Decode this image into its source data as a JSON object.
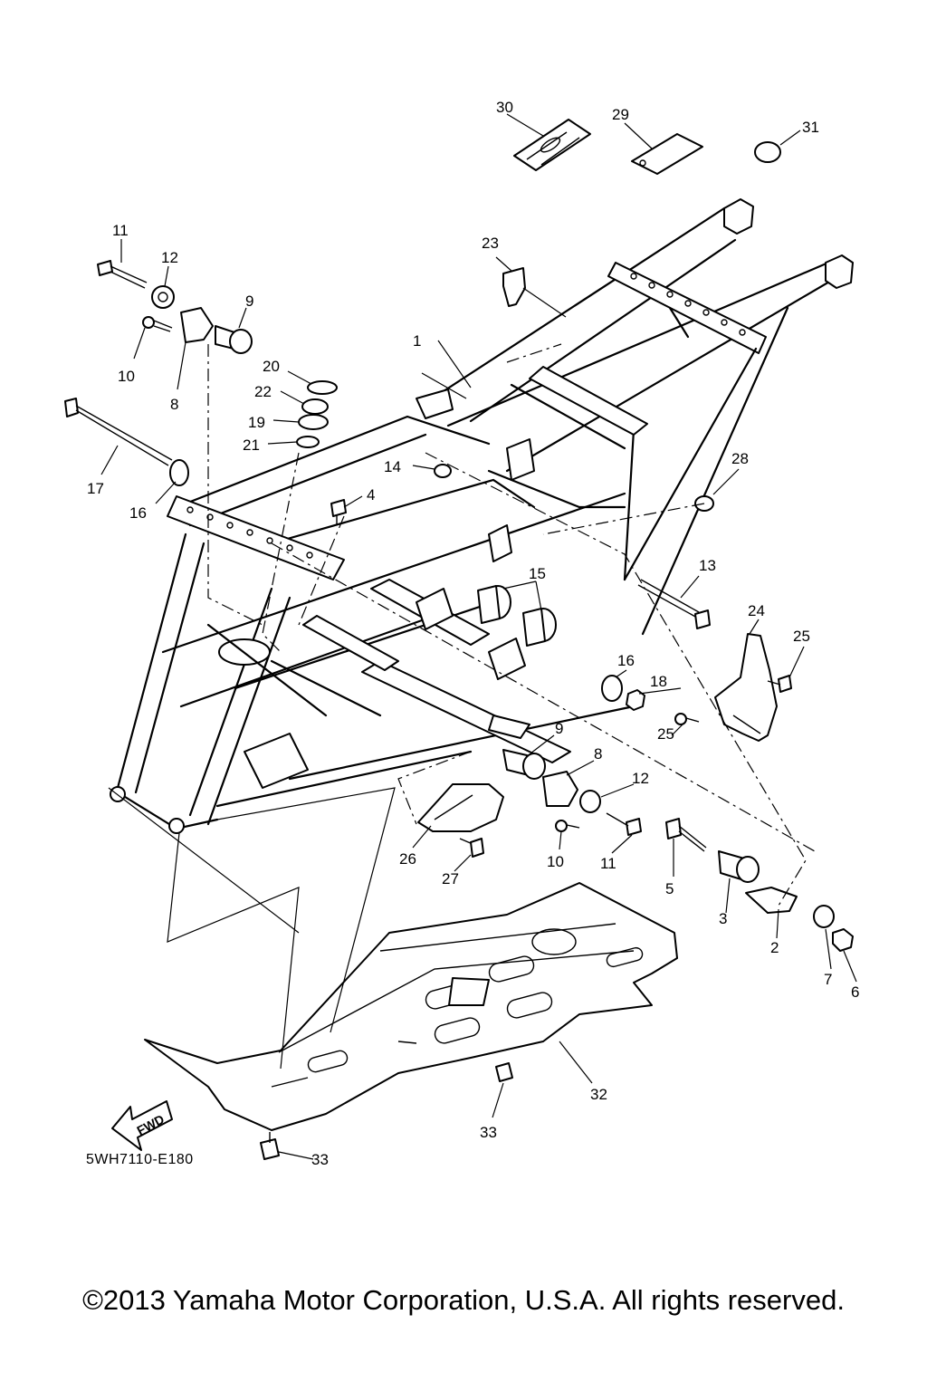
{
  "diagram": {
    "ref_code": "5WH7110-E180",
    "fwd_label": "FWD",
    "copyright": "©2013 Yamaha Motor Corporation, U.S.A. All rights reserved.",
    "callouts": [
      {
        "id": "c1",
        "label": "1"
      },
      {
        "id": "c2",
        "label": "2"
      },
      {
        "id": "c3",
        "label": "3"
      },
      {
        "id": "c4",
        "label": "4"
      },
      {
        "id": "c5",
        "label": "5"
      },
      {
        "id": "c6",
        "label": "6"
      },
      {
        "id": "c7",
        "label": "7"
      },
      {
        "id": "c8a",
        "label": "8"
      },
      {
        "id": "c8b",
        "label": "8"
      },
      {
        "id": "c9a",
        "label": "9"
      },
      {
        "id": "c9b",
        "label": "9"
      },
      {
        "id": "c10a",
        "label": "10"
      },
      {
        "id": "c10b",
        "label": "10"
      },
      {
        "id": "c11a",
        "label": "11"
      },
      {
        "id": "c11b",
        "label": "11"
      },
      {
        "id": "c12a",
        "label": "12"
      },
      {
        "id": "c12b",
        "label": "12"
      },
      {
        "id": "c13",
        "label": "13"
      },
      {
        "id": "c14",
        "label": "14"
      },
      {
        "id": "c15",
        "label": "15"
      },
      {
        "id": "c16a",
        "label": "16"
      },
      {
        "id": "c16b",
        "label": "16"
      },
      {
        "id": "c17",
        "label": "17"
      },
      {
        "id": "c18",
        "label": "18"
      },
      {
        "id": "c19",
        "label": "19"
      },
      {
        "id": "c20",
        "label": "20"
      },
      {
        "id": "c21",
        "label": "21"
      },
      {
        "id": "c22",
        "label": "22"
      },
      {
        "id": "c23",
        "label": "23"
      },
      {
        "id": "c24",
        "label": "24"
      },
      {
        "id": "c25a",
        "label": "25"
      },
      {
        "id": "c25b",
        "label": "25"
      },
      {
        "id": "c26",
        "label": "26"
      },
      {
        "id": "c27",
        "label": "27"
      },
      {
        "id": "c28",
        "label": "28"
      },
      {
        "id": "c29",
        "label": "29"
      },
      {
        "id": "c30",
        "label": "30"
      },
      {
        "id": "c31",
        "label": "31"
      },
      {
        "id": "c32",
        "label": "32"
      },
      {
        "id": "c33a",
        "label": "33"
      },
      {
        "id": "c33b",
        "label": "33"
      }
    ]
  }
}
